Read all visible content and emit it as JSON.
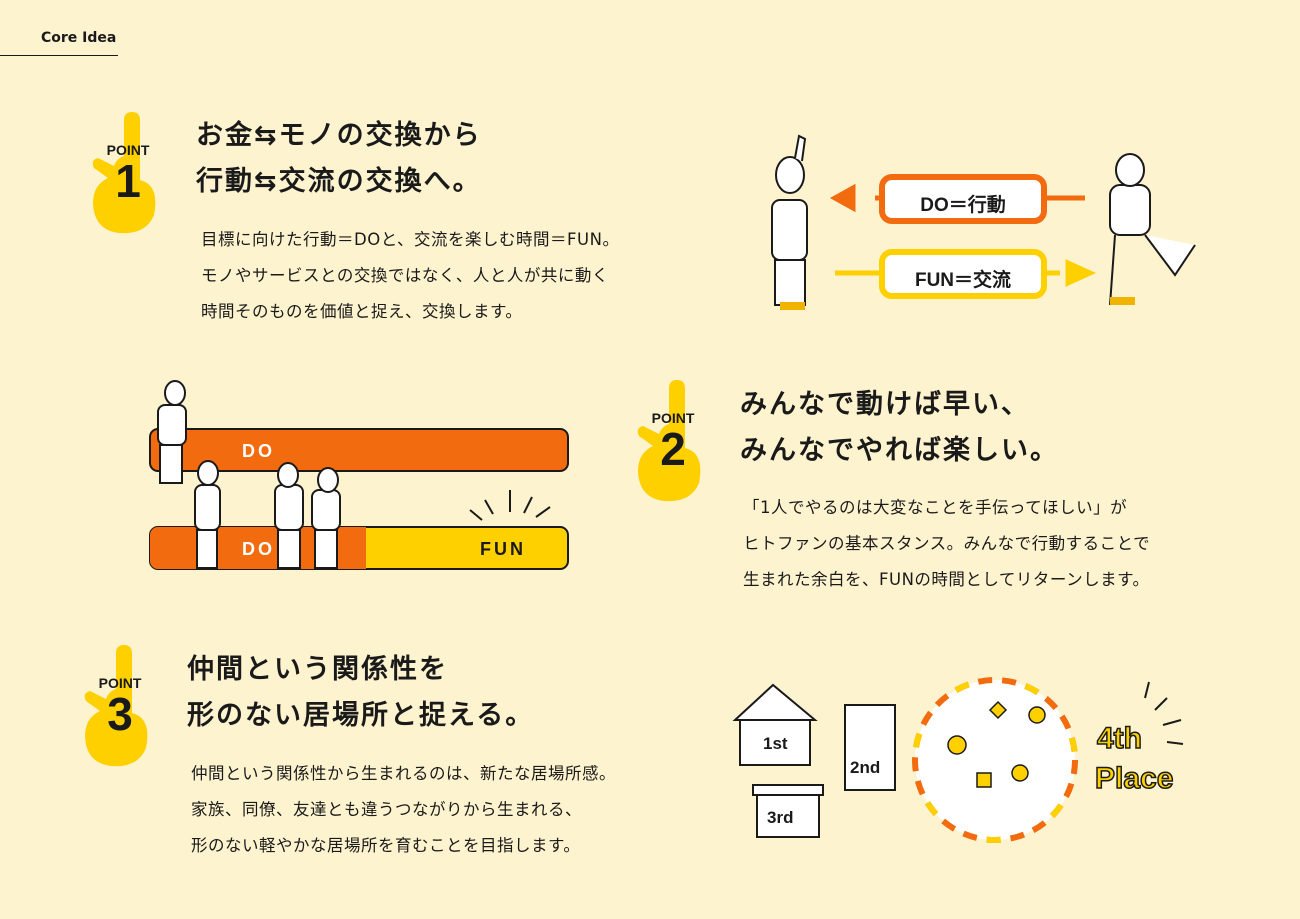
{
  "header": {
    "title": "Core Idea"
  },
  "points": [
    {
      "badge": "POINT",
      "number": "1",
      "title_lines": [
        "お金⇆モノの交換から",
        "行動⇆交流の交換へ。"
      ],
      "body_lines": [
        "目標に向けた行動＝DOと、交流を楽しむ時間＝FUN。",
        "モノやサービスとの交換ではなく、人と人が共に動く",
        "時間そのものを価値と捉え、交換します。"
      ],
      "illustration": {
        "do_label": "DO＝行動",
        "fun_label": "FUN＝交流"
      }
    },
    {
      "badge": "POINT",
      "number": "2",
      "title_lines": [
        "みんなで動けば早い、",
        "みんなでやれば楽しい。"
      ],
      "body_lines": [
        "「1人でやるのは大変なことを手伝ってほしい」が",
        "ヒトファンの基本スタンス。みんなで行動することで",
        "生まれた余白を、FUNの時間としてリターンします。"
      ],
      "illustration": {
        "bar1": "DO",
        "bar2_do": "DO",
        "bar2_fun": "FUN"
      }
    },
    {
      "badge": "POINT",
      "number": "3",
      "title_lines": [
        "仲間という関係性を",
        "形のない居場所と捉える。"
      ],
      "body_lines": [
        "仲間という関係性から生まれるのは、新たな居場所感。",
        "家族、同僚、友達とも違うつながりから生まれる、",
        "形のない軽やかな居場所を育むことを目指します。"
      ],
      "illustration": {
        "first": "1st",
        "second": "2nd",
        "third": "3rd",
        "fourth_line1": "4th",
        "fourth_line2": "Place"
      }
    }
  ],
  "colors": {
    "background": "#fdf3cf",
    "orange": "#f26b0f",
    "yellow": "#ffd000"
  }
}
